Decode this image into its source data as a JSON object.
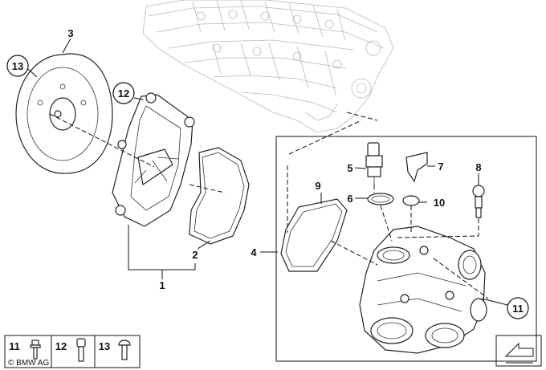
{
  "callouts": {
    "c1": "1",
    "c2": "2",
    "c3": "3",
    "c4": "4",
    "c5": "5",
    "c6": "6",
    "c7": "7",
    "c8": "8",
    "c9": "9",
    "c10": "10",
    "c11": "11",
    "c12": "12",
    "c13": "13"
  },
  "legend": {
    "items": [
      {
        "number": "11"
      },
      {
        "number": "12"
      },
      {
        "number": "13"
      }
    ],
    "copyright": "© BMW AG"
  }
}
